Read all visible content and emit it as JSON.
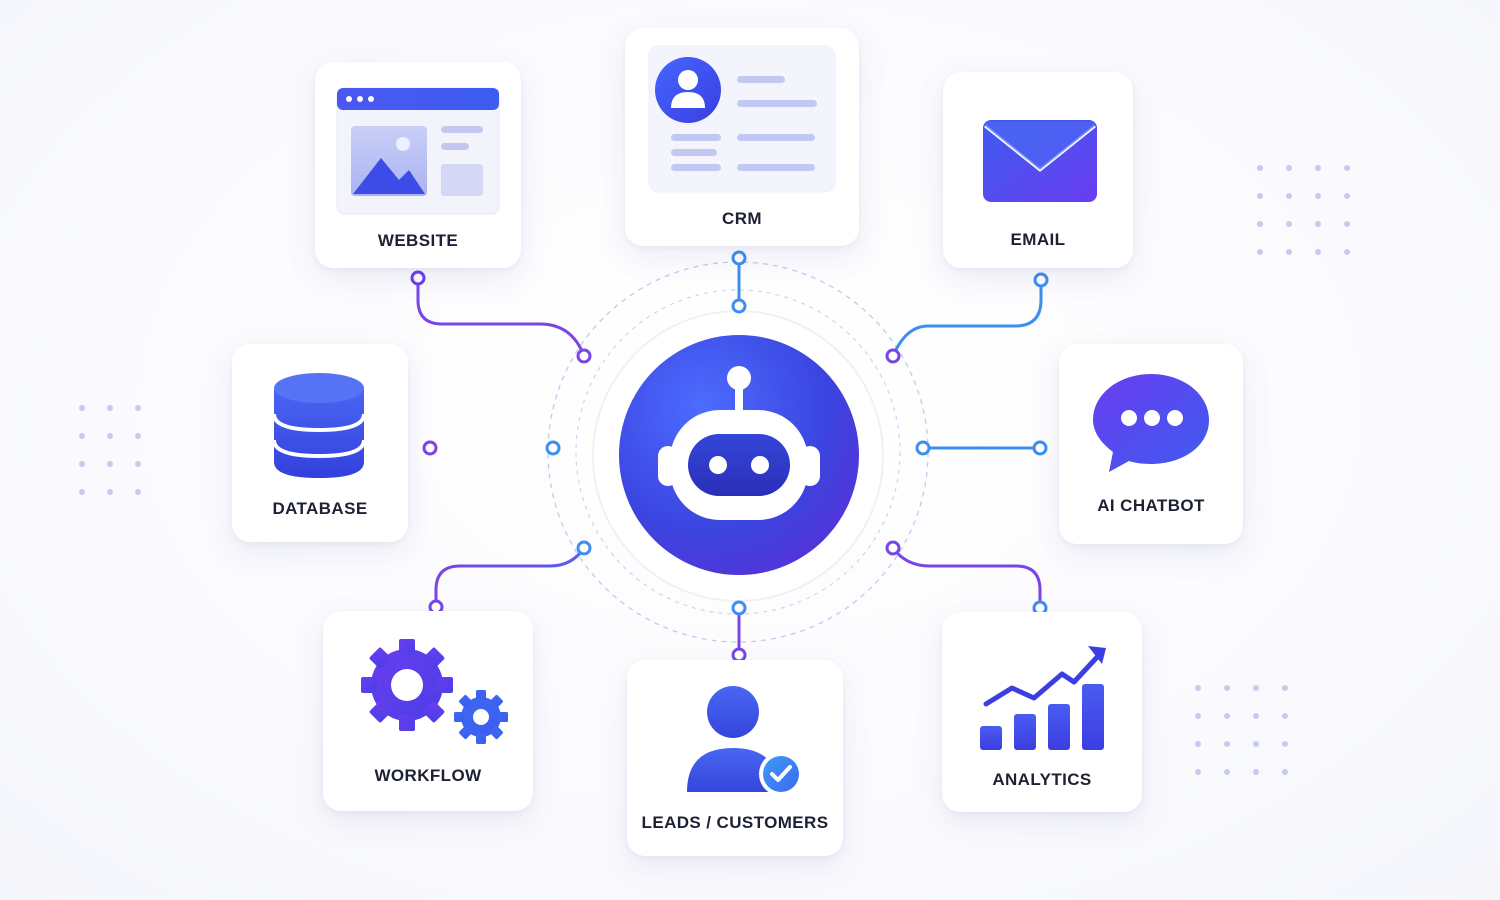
{
  "colors": {
    "accent_blue": "#3d5cf0",
    "accent_purple": "#6a3df0",
    "label_text": "#1d2133",
    "connector_blue": "#3d8ef0",
    "connector_purple": "#7a45e6"
  },
  "hub": {
    "icon": "robot-icon"
  },
  "nodes": [
    {
      "id": "website",
      "label": "WEBSITE",
      "icon": "website-icon"
    },
    {
      "id": "crm",
      "label": "CRM",
      "icon": "contact-card-icon"
    },
    {
      "id": "email",
      "label": "EMAIL",
      "icon": "envelope-icon"
    },
    {
      "id": "database",
      "label": "DATABASE",
      "icon": "database-icon"
    },
    {
      "id": "chatbot",
      "label": "AI CHATBOT",
      "icon": "chat-bubble-icon"
    },
    {
      "id": "workflow",
      "label": "WORKFLOW",
      "icon": "gears-icon"
    },
    {
      "id": "leads",
      "label": "LEADS / CUSTOMERS",
      "icon": "user-check-icon"
    },
    {
      "id": "analytics",
      "label": "ANALYTICS",
      "icon": "bar-chart-icon"
    }
  ]
}
